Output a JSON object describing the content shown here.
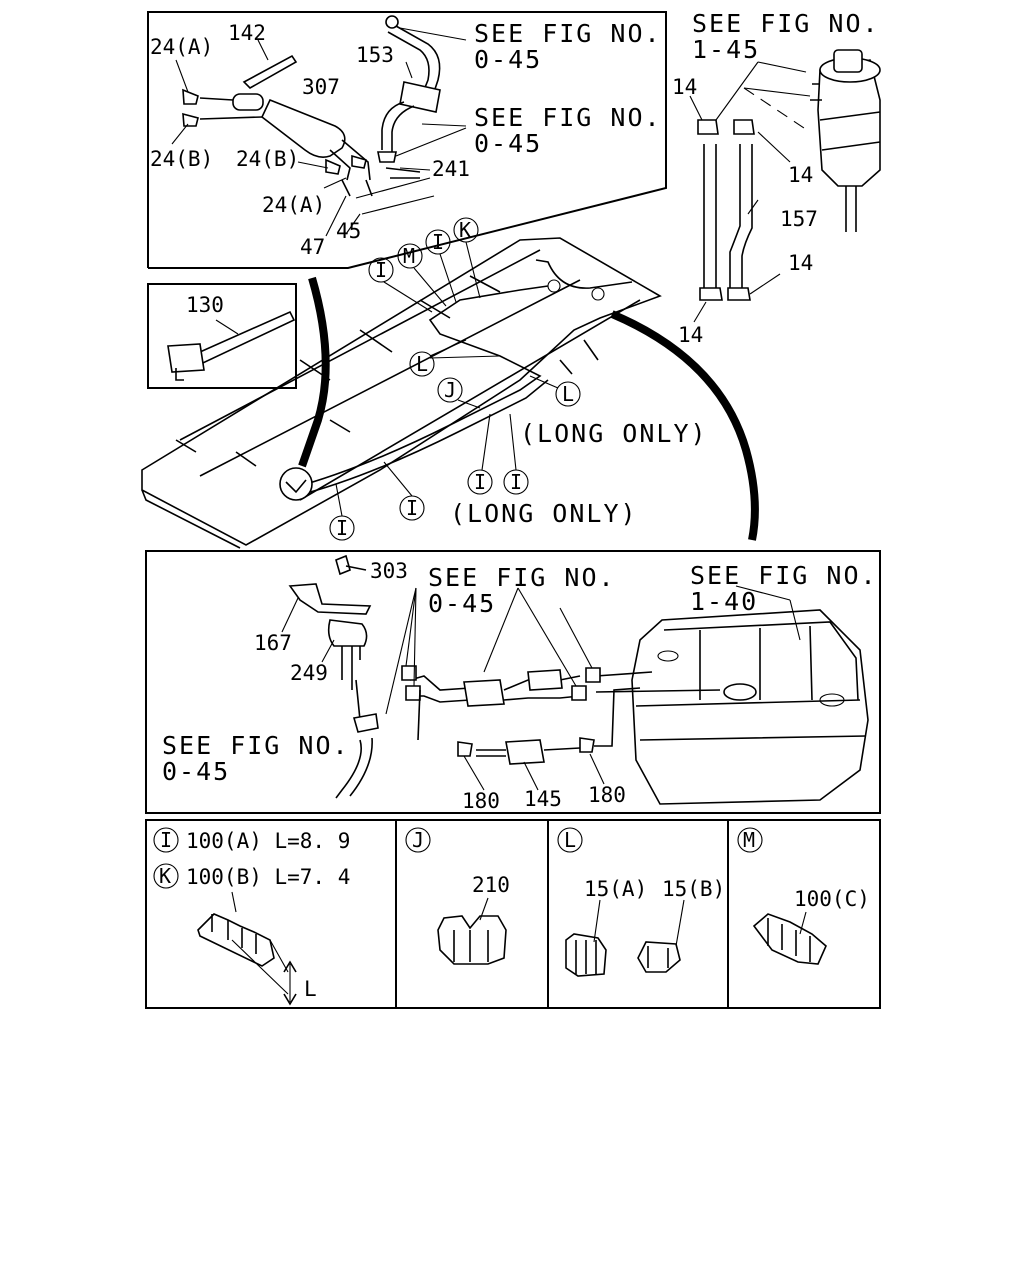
{
  "refs": {
    "fig_0_45": "SEE FIG NO.\n0-45",
    "fig_1_45": "SEE FIG NO.\n1-45",
    "fig_1_40": "SEE FIG NO.\n1-40",
    "long_only": "(LONG ONLY)"
  },
  "parts": {
    "p142": "142",
    "p24a": "24(A)",
    "p24b": "24(B)",
    "p307": "307",
    "p153": "153",
    "p241": "241",
    "p47": "47",
    "p45": "45",
    "p14": "14",
    "p157": "157",
    "p130": "130",
    "p303": "303",
    "p167": "167",
    "p249": "249",
    "p180": "180",
    "p145": "145",
    "p210": "210",
    "p15a": "15(A)",
    "p15b": "15(B)",
    "p100c": "100(C)"
  },
  "markers": {
    "I": "I",
    "J": "J",
    "K": "K",
    "L": "L",
    "M": "M"
  },
  "legend": {
    "i_clip": "100(A) L=8. 9",
    "k_clip": "100(B) L=7. 4",
    "length": "L"
  }
}
